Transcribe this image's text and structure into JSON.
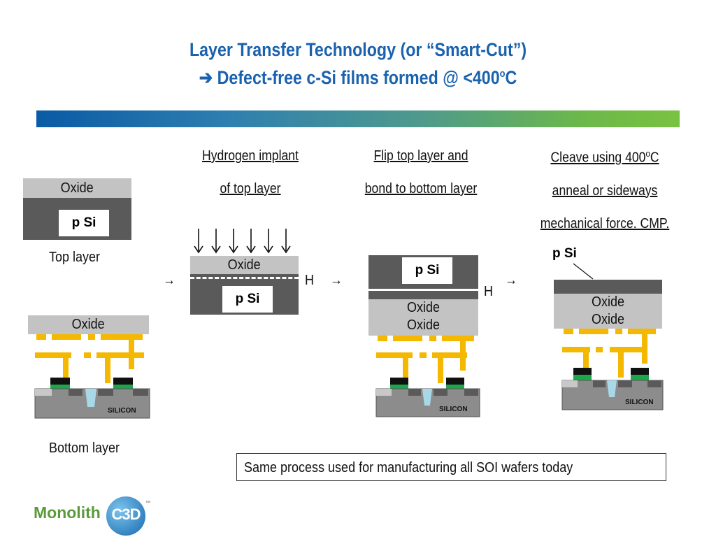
{
  "title": {
    "line1": "Layer Transfer Technology (or “Smart-Cut”)",
    "line2_prefix": "Defect-free c-Si films formed @ <400",
    "line2_sup": "o",
    "line2_suffix": "C"
  },
  "steps": [
    {
      "line1": "Hydrogen implant",
      "line2": "of top layer"
    },
    {
      "line1": "Flip top layer and",
      "line2": "bond to bottom layer"
    },
    {
      "line1_prefix": "Cleave using 400",
      "line1_sup": "o",
      "line1_suffix": "C",
      "line2": "anneal or sideways",
      "line3": "mechanical force. CMP."
    }
  ],
  "labels": {
    "oxide": "Oxide",
    "psi": "p Si",
    "hydrogen": "H",
    "silicon": "SILICON",
    "top_layer": "Top layer",
    "bottom_layer": "Bottom layer",
    "arrow": "→"
  },
  "footer": "Same process used for manufacturing all SOI wafers today",
  "logo": {
    "text": "Monolith",
    "mark": "C3D",
    "tm": "™"
  },
  "colors": {
    "title": "#1a62ae",
    "oxide": "#c3c3c3",
    "silicon_dark": "#5a5a5a",
    "metal": "#f5b800",
    "gate_green": "#1aa84a",
    "trench": "#a8d8e8"
  }
}
